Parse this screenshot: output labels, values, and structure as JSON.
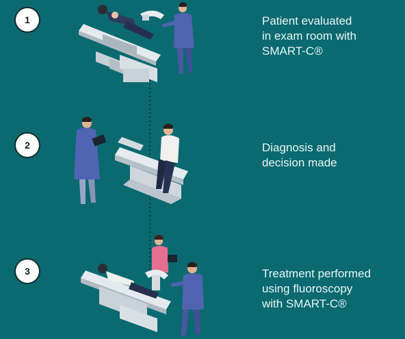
{
  "steps": [
    {
      "number": "1",
      "caption_lines": [
        "Patient evaluated",
        "in exam room with",
        "SMART-C®"
      ]
    },
    {
      "number": "2",
      "caption_lines": [
        "Diagnosis and",
        "decision made"
      ]
    },
    {
      "number": "3",
      "caption_lines": [
        "Treatment performed",
        "using fluoroscopy",
        "with SMART-C®"
      ]
    }
  ],
  "colors": {
    "background": "#0a6a70",
    "text": "#e9f6f6",
    "badge_fill": "#ffffff",
    "badge_border": "#0d2b2d",
    "connector": "#0f3a3d",
    "table": "#dfe6ea",
    "scrubs": "#4f63b0",
    "nurse": "#e46f93"
  },
  "icons": [
    "exam-table-illustration",
    "clinician-illustration",
    "patient-illustration",
    "c-arm-device-illustration",
    "tablet-icon"
  ]
}
